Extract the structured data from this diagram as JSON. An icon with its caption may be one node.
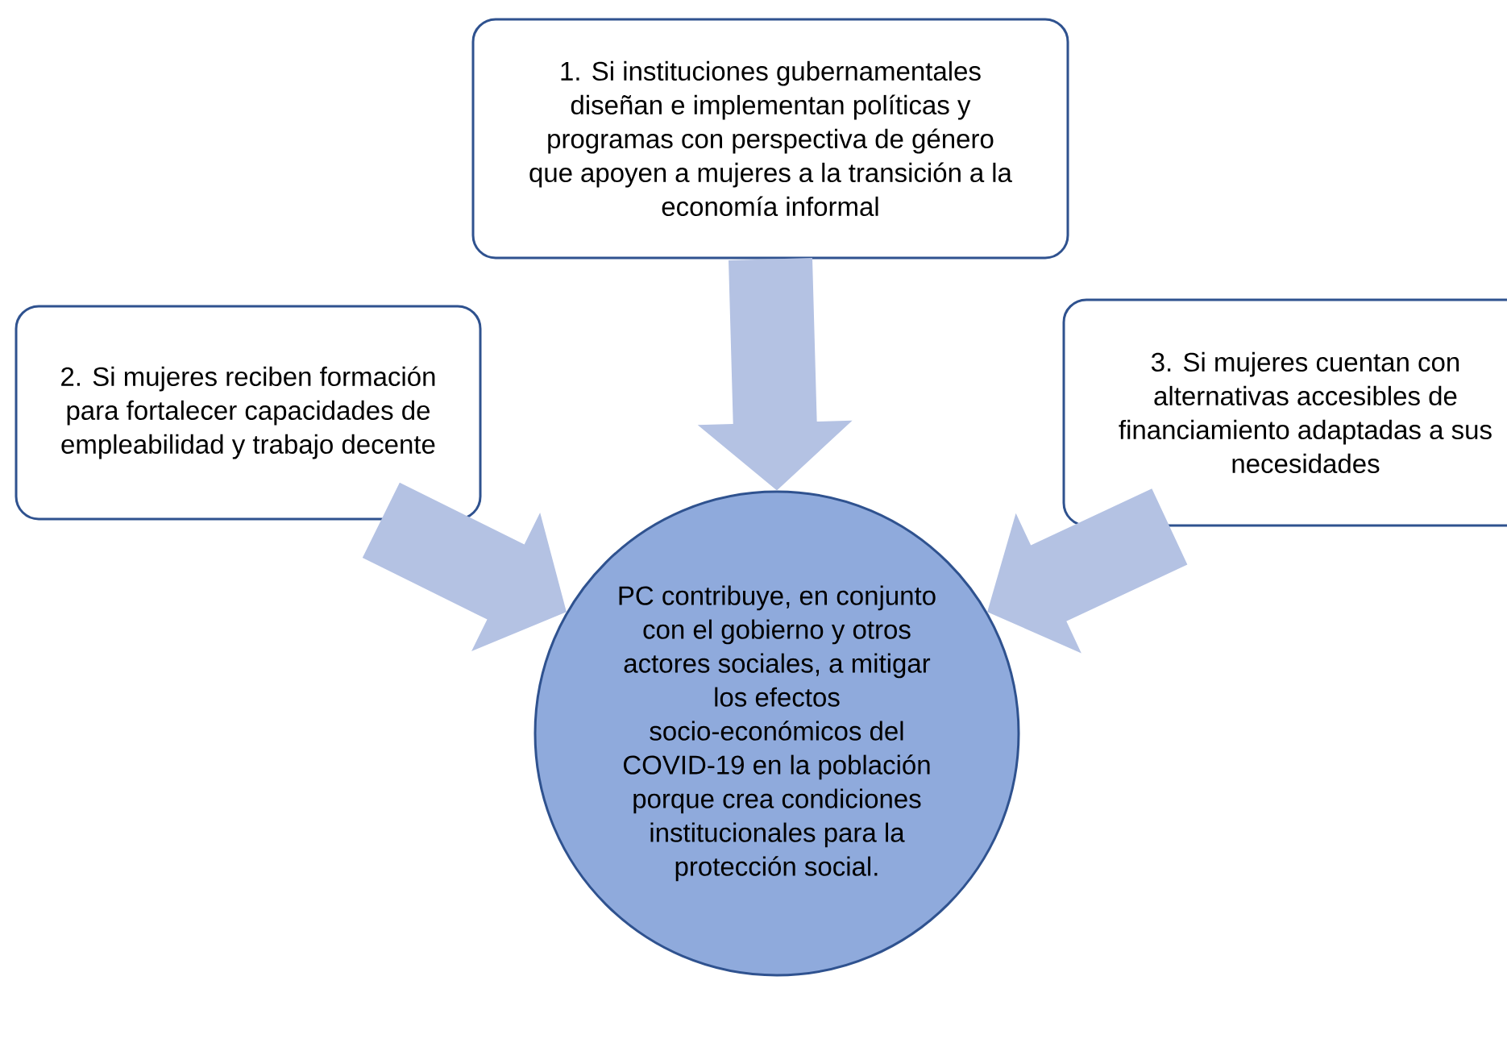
{
  "diagram": {
    "nodes": [
      {
        "text": [
          "1. Si instituciones gubernamentales diseñan e implementan políticas y programas con perspectiva de género que apoyen a mujeres a la transición a la economía informal"
        ]
      },
      {
        "text": [
          "2. Si mujeres reciben formación para fortalecer capacidades de empleabilidad y trabajo decente"
        ]
      },
      {
        "text": [
          "3. Si mujeres cuentan con alternativas accesibles de financiamiento adaptadas a sus necesidades"
        ]
      },
      {
        "text": [
          "PC contribuye, en conjunto con el gobierno y otros actores sociales, a mitigar los efectos socio-económicos del COVID-19 en la población porque crea condiciones institucionales para la protección social."
        ]
      }
    ],
    "edges": [
      {
        "from": 0,
        "to": 3,
        "arrow": "to"
      },
      {
        "from": 1,
        "to": 3,
        "arrow": "to"
      },
      {
        "from": 2,
        "to": 3,
        "arrow": "to"
      }
    ]
  }
}
